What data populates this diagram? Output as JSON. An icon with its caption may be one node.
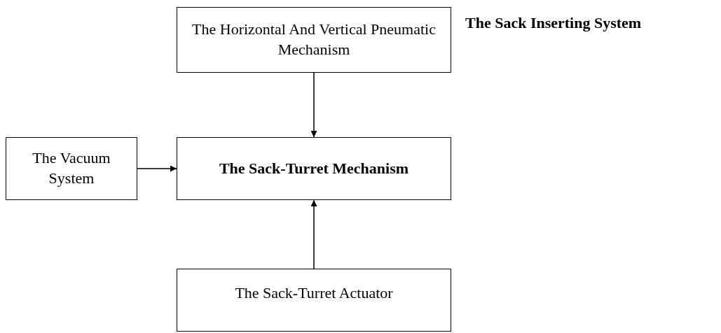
{
  "diagram": {
    "title": "The Sack Inserting System",
    "nodes": [
      {
        "text": [
          "The Horizontal And Vertical Pneumatic Mechanism"
        ]
      },
      {
        "text": [
          "The Vacuum System"
        ]
      },
      {
        "text": [
          "The Sack-Turret Mechanism"
        ]
      },
      {
        "text": [
          "The Sack-Turret Actuator"
        ]
      }
    ],
    "edges": [
      {
        "from": 0,
        "to": 2,
        "arrow": "to"
      },
      {
        "from": 1,
        "to": 2,
        "arrow": "to"
      },
      {
        "from": 3,
        "to": 2,
        "arrow": "to"
      }
    ]
  }
}
